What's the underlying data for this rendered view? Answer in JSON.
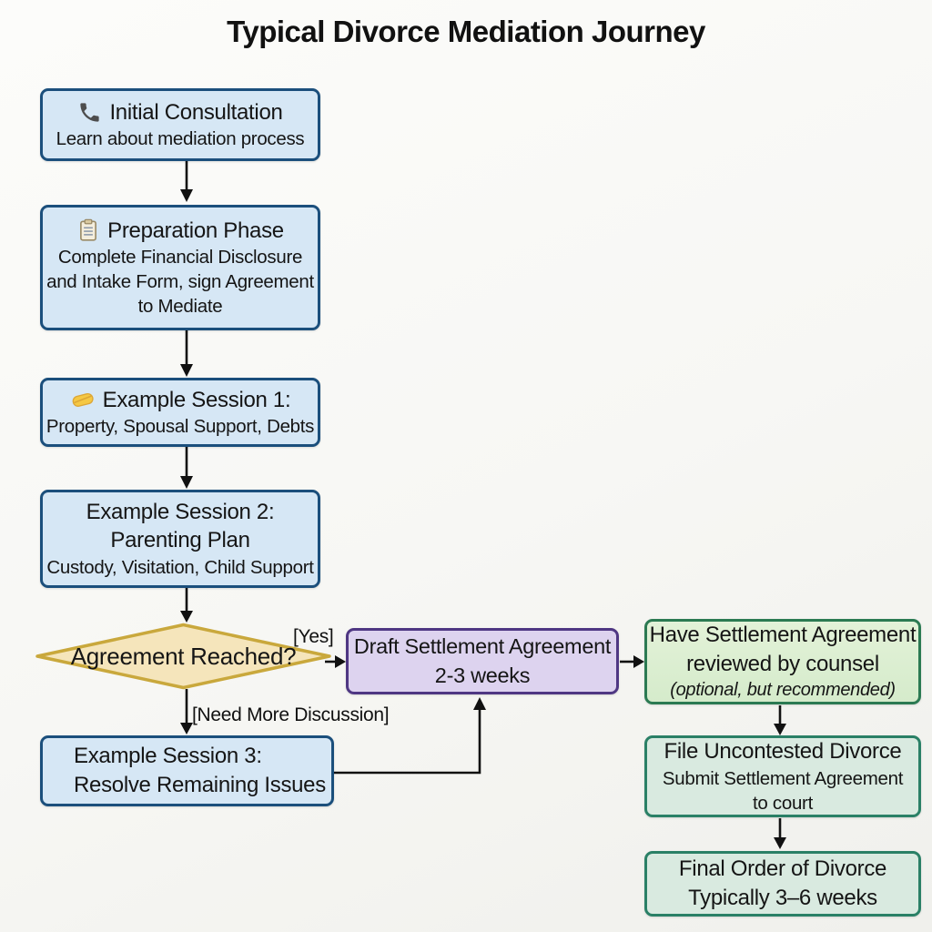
{
  "title": "Typical Divorce Mediation Journey",
  "colors": {
    "blue_fill": "#d6e7f5",
    "blue_border": "#1b4f7c",
    "gold_fill": "#f5e5bb",
    "gold_border": "#c9a83c",
    "purple_fill": "#ddd3ef",
    "purple_border": "#4f3783",
    "green_fill": "#dcedd2",
    "green_border": "#2b7a52",
    "teal_green_fill": "#d9eae0",
    "teal_green_border": "#2a8066",
    "arrow": "#111111",
    "text": "#151515"
  },
  "nodes": {
    "initial_consultation": {
      "icon": "phone-icon",
      "title": "Initial Consultation",
      "subtitle": "Learn about mediation process"
    },
    "preparation_phase": {
      "icon": "clipboard-icon",
      "title": "Preparation Phase",
      "lines": [
        "Complete Financial Disclosure",
        "and Intake Form, sign Agreement",
        "to Mediate"
      ]
    },
    "session1": {
      "icon": "handshake-icon",
      "title": "Example Session 1:",
      "subtitle": "Property, Spousal Support, Debts"
    },
    "session2": {
      "lines": [
        "Example Session 2:",
        "Parenting Plan",
        "Custody, Visitation, Child Support"
      ]
    },
    "decision": {
      "label": "Agreement Reached?"
    },
    "draft_settlement": {
      "lines": [
        "Draft Settlement Agreement",
        "2-3 weeks"
      ]
    },
    "session3": {
      "lines": [
        "Example Session 3:",
        "Resolve Remaining Issues"
      ]
    },
    "counsel_review": {
      "lines": [
        "Have Settlement Agreement",
        "reviewed by counsel"
      ],
      "note": "(optional, but recommended)"
    },
    "file_divorce": {
      "title": "File Uncontested Divorce",
      "lines": [
        "Submit Settlement Agreement",
        "to court"
      ]
    },
    "final_order": {
      "lines": [
        "Final Order of Divorce",
        "Typically 3–6 weeks"
      ]
    }
  },
  "edges": {
    "yes_label": "[Yes]",
    "need_more_label": "[Need More Discussion]"
  }
}
